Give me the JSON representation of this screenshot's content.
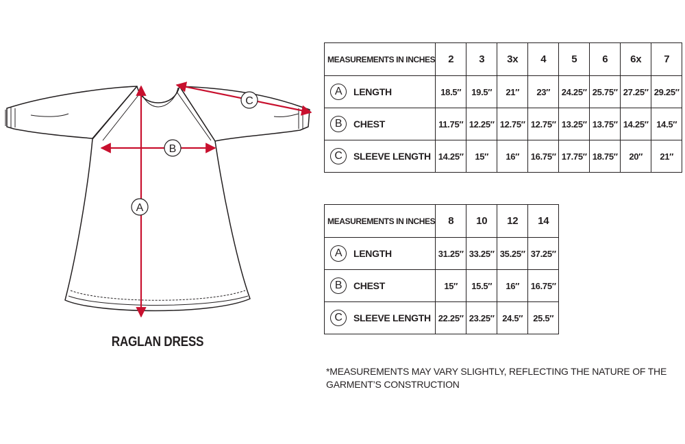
{
  "garment": {
    "markers": {
      "a": "A",
      "b": "B",
      "c": "C"
    },
    "arrow_color": "#c8102e"
  },
  "title": "RAGLAN DRESS",
  "tables": [
    {
      "header": "MEASUREMENTS IN INCHES",
      "sizes": [
        "2",
        "3",
        "3x",
        "4",
        "5",
        "6",
        "6x",
        "7"
      ],
      "rows": [
        {
          "marker": "A",
          "label": "LENGTH",
          "values": [
            "18.5″",
            "19.5″",
            "21″",
            "23″",
            "24.25″",
            "25.75″",
            "27.25″",
            "29.25″"
          ]
        },
        {
          "marker": "B",
          "label": "CHEST",
          "values": [
            "11.75″",
            "12.25″",
            "12.75″",
            "12.75″",
            "13.25″",
            "13.75″",
            "14.25″",
            "14.5″"
          ]
        },
        {
          "marker": "C",
          "label": "SLEEVE LENGTH",
          "values": [
            "14.25″",
            "15″",
            "16″",
            "16.75″",
            "17.75″",
            "18.75″",
            "20″",
            "21″"
          ]
        }
      ]
    },
    {
      "header": "MEASUREMENTS IN INCHES",
      "sizes": [
        "8",
        "10",
        "12",
        "14"
      ],
      "rows": [
        {
          "marker": "A",
          "label": "LENGTH",
          "values": [
            "31.25″",
            "33.25″",
            "35.25″",
            "37.25″"
          ]
        },
        {
          "marker": "B",
          "label": "CHEST",
          "values": [
            "15″",
            "15.5″",
            "16″",
            "16.75″"
          ]
        },
        {
          "marker": "C",
          "label": "SLEEVE LENGTH",
          "values": [
            "22.25″",
            "23.25″",
            "24.5″",
            "25.5″"
          ]
        }
      ]
    }
  ],
  "note": "*MEASUREMENTS MAY VARY SLIGHTLY, REFLECTING THE NATURE OF THE GARMENT’S CONSTRUCTION"
}
